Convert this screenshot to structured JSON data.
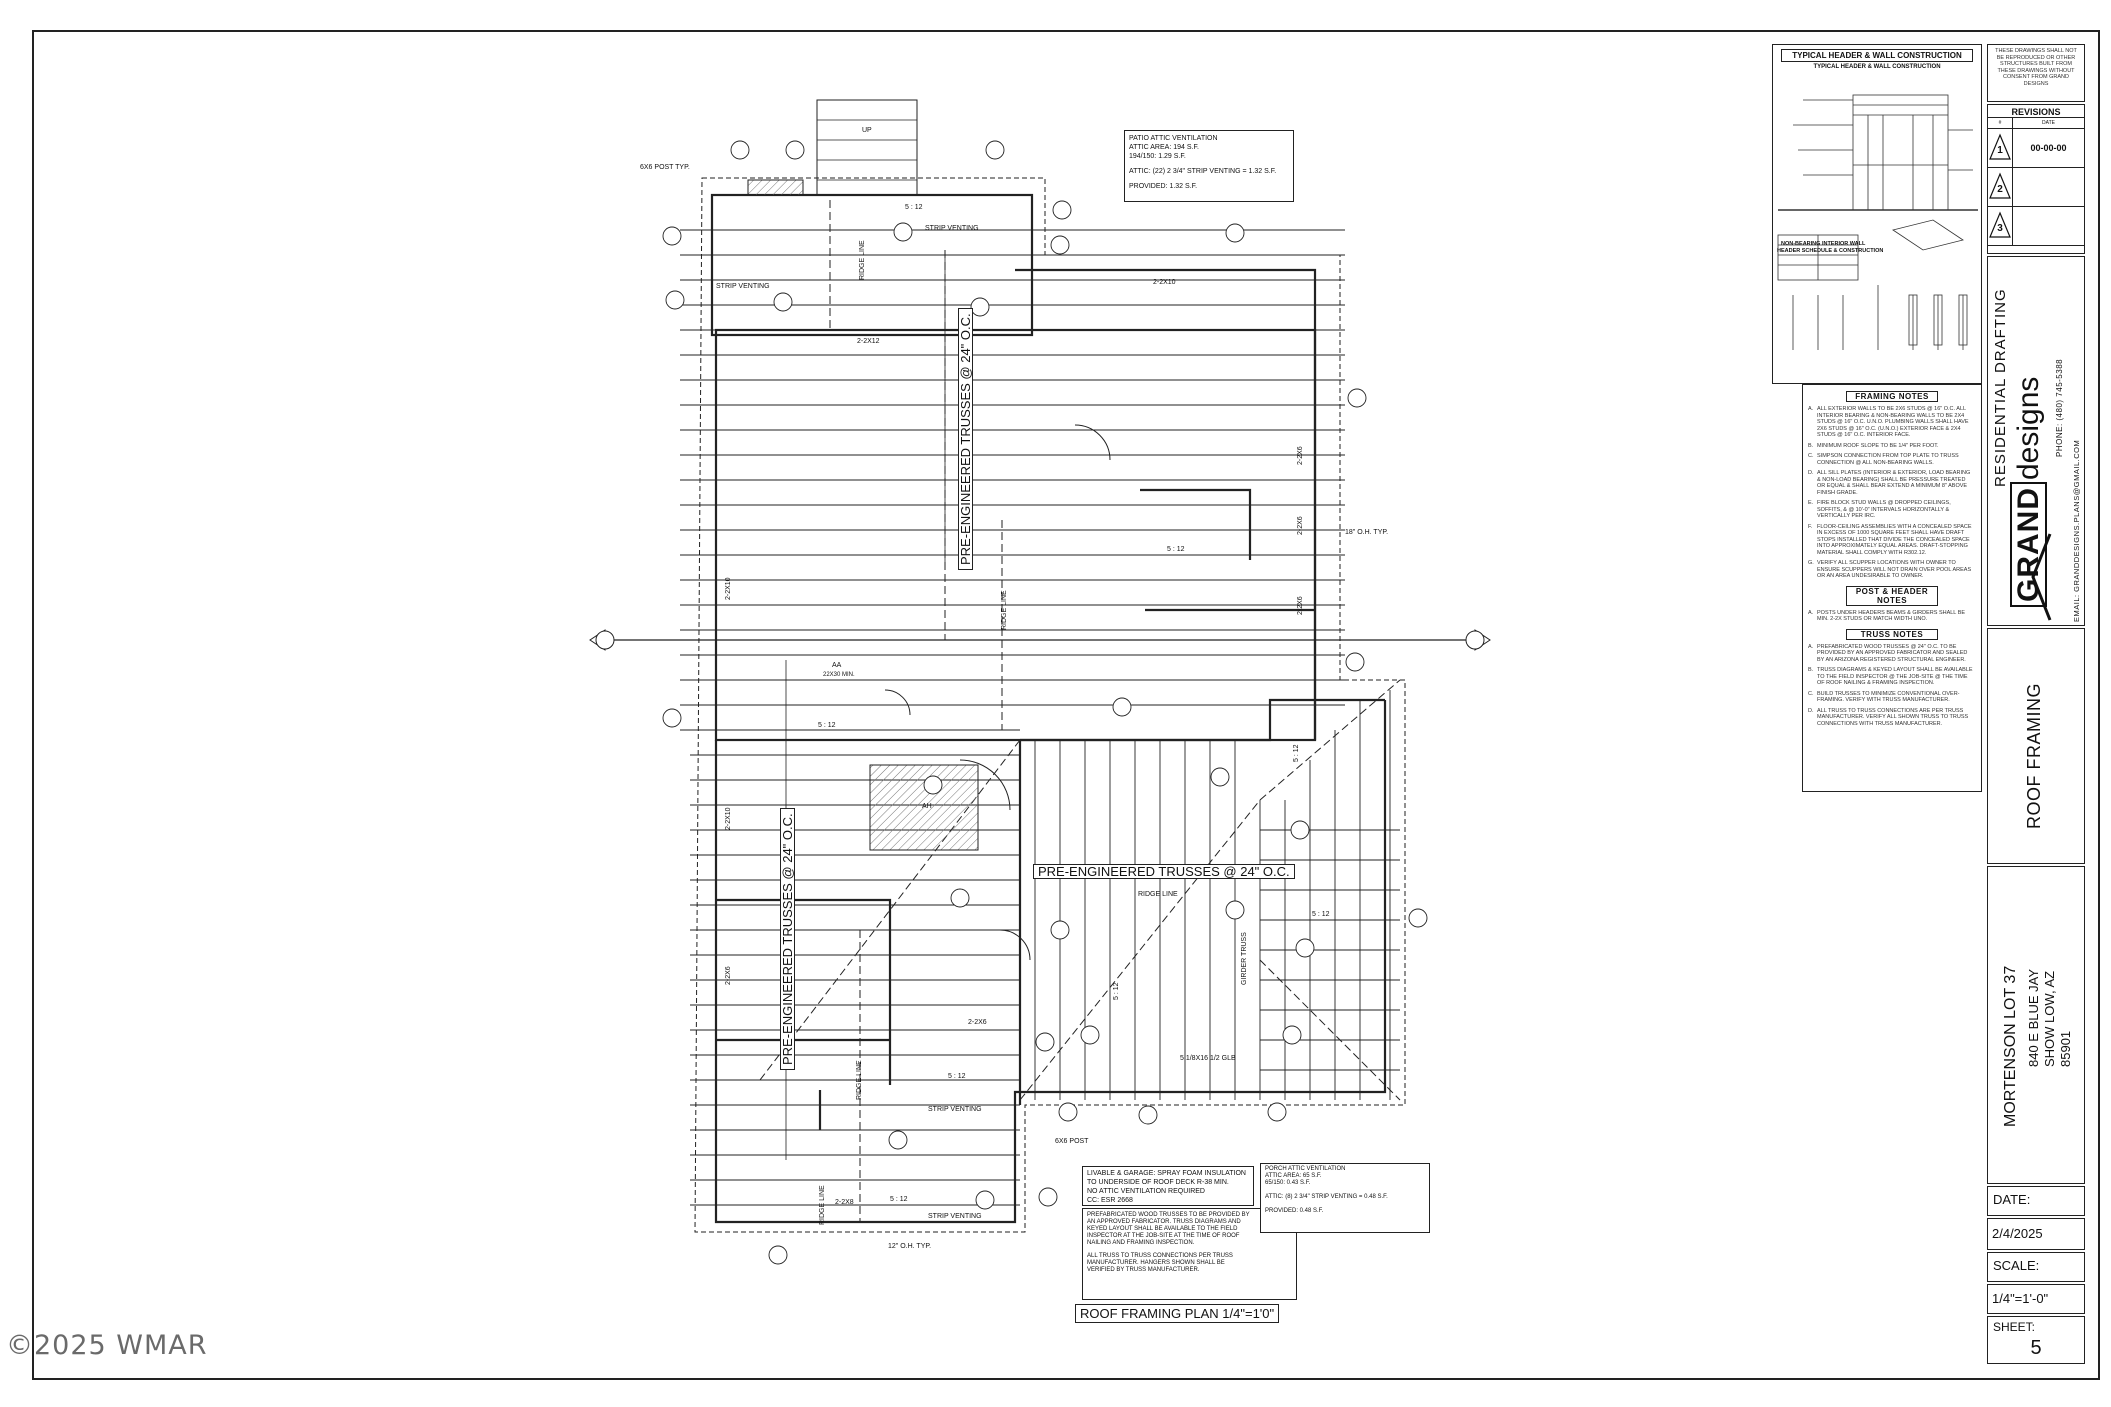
{
  "watermark": "©2025 WMAR",
  "plan": {
    "title": "ROOF FRAMING PLAN 1/4\"=1'0\"",
    "labels": {
      "up": "UP",
      "post_6x6_typ": "6X6 POST TYP.",
      "post_6x6": "6X6 POST",
      "strip_venting": "STRIP VENTING",
      "ridge_line": "RIDGE LINE",
      "pitch": "5 : 12",
      "header_2x12": "2-2X12",
      "header_2x10": "2-2X10",
      "header_2x6": "2-2X6",
      "header_2x8": "2-2X8",
      "overhang_18": "18\" O.H. TYP.",
      "overhang_12": "12\" O.H. TYP.",
      "trusses": "PRE-ENGINEERED TRUSSES @ 24\" O.C.",
      "glb": "5 1/8X16 1/2 GLB",
      "girder": "GIRDER TRUSS",
      "aa": "AA",
      "aa_min": "22X30 MIN.",
      "ah": "AH"
    },
    "patio_attic": {
      "title": "PATIO ATTIC VENTILATION",
      "area": "ATTIC AREA: 194 S.F.",
      "ratio": "194/150: 1.29 S.F.",
      "attic": "ATTIC: (22) 2 3/4\" STRIP VENTING = 1.32 S.F.",
      "provided": "PROVIDED: 1.32 S.F."
    },
    "porch_attic": {
      "title": "PORCH ATTIC VENTILATION",
      "area": "ATTIC AREA: 65 S.F.",
      "ratio": "65/150: 0.43 S.F.",
      "attic": "ATTIC: (8) 2 3/4\" STRIP VENTING = 0.48 S.F.",
      "provided": "PROVIDED: 0.48 S.F."
    },
    "livable_note": {
      "l1": "LIVABLE & GARAGE: SPRAY FOAM INSULATION",
      "l2": "TO UNDERSIDE OF ROOF DECK R-38 MIN.",
      "l3": "NO ATTIC VENTILATION REQUIRED",
      "l4": "CC: ESR 2668"
    },
    "truss_note": {
      "l1": "PREFABRICATED WOOD TRUSSES TO BE PROVIDED BY",
      "l2": "AN APPROVED FABRICATOR. TRUSS DIAGRAMS AND",
      "l3": "KEYED LAYOUT SHALL BE AVAILABLE TO THE FIELD",
      "l4": "INSPECTOR AT THE JOB-SITE AT THE TIME OF ROOF",
      "l5": "NAILING AND FRAMING INSPECTION.",
      "l6": "ALL TRUSS TO TRUSS CONNECTIONS PER TRUSS",
      "l7": "MANUFACTURER. HANGERS SHOWN SHALL BE",
      "l8": "VERIFIED BY TRUSS MANUFACTURER."
    }
  },
  "details": {
    "header_title": "TYPICAL HEADER & WALL CONSTRUCTION",
    "header_subtitle": "TYPICAL HEADER & WALL CONSTRUCTION",
    "nonbearing_title": "NON-BEARING INTERIOR WALL",
    "nonbearing_subtitle": "HEADER SCHEDULE & CONSTRUCTION"
  },
  "notes": {
    "framing_title": "FRAMING NOTES",
    "framing": [
      {
        "k": "A.",
        "t": "ALL EXTERIOR WALLS TO BE 2X6 STUDS @ 16\" O.C. ALL INTERIOR BEARING & NON-BEARING WALLS TO BE 2X4 STUDS @ 16\" O.C. U.N.O. PLUMBING WALLS SHALL HAVE 2X6 STUDS @ 16\" O.C. (U.N.O.) EXTERIOR FACE & 2X4 STUDS @ 16\" O.C. INTERIOR FACE."
      },
      {
        "k": "B.",
        "t": "MINIMUM ROOF SLOPE TO BE 1/4\" PER FOOT."
      },
      {
        "k": "C.",
        "t": "SIMPSON CONNECTION FROM TOP PLATE TO TRUSS CONNECTION @ ALL NON-BEARING WALLS."
      },
      {
        "k": "D.",
        "t": "ALL SILL PLATES (INTERIOR & EXTERIOR, LOAD BEARING & NON-LOAD BEARING) SHALL BE PRESSURE TREATED OR EQUAL & SHALL BEAR EXTEND A MINIMUM 8\" ABOVE FINISH GRADE."
      },
      {
        "k": "E.",
        "t": "FIRE BLOCK STUD WALLS @ DROPPED CEILINGS, SOFFITS, & @ 10'-0\" INTERVALS HORIZONTALLY & VERTICALLY PER IRC."
      },
      {
        "k": "F.",
        "t": "FLOOR-CEILING ASSEMBLIES WITH A CONCEALED SPACE IN EXCESS OF 1000 SQUARE FEET SHALL HAVE DRAFT STOPS INSTALLED THAT DIVIDE THE CONCEALED SPACE INTO APPROXIMATELY EQUAL AREAS. DRAFT-STOPPING MATERIAL SHALL COMPLY WITH R302.12."
      },
      {
        "k": "G.",
        "t": "VERIFY ALL SCUPPER LOCATIONS WITH OWNER TO ENSURE SCUPPERS WILL NOT DRAIN OVER POOL AREAS OR AN AREA UNDESIRABLE TO OWNER."
      }
    ],
    "post_title": "POST & HEADER NOTES",
    "post": [
      {
        "k": "A.",
        "t": "POSTS UNDER HEADERS BEAMS & GIRDERS SHALL BE MIN. 2-2X STUDS OR MATCH WIDTH UNO."
      }
    ],
    "truss_title": "TRUSS NOTES",
    "truss": [
      {
        "k": "A.",
        "t": "PREFABRICATED WOOD TRUSSES @ 24\" O.C. TO BE PROVIDED BY AN APPROVED FABRICATOR AND SEALED BY AN ARIZONA REGISTERED STRUCTURAL ENGINEER."
      },
      {
        "k": "B.",
        "t": "TRUSS DIAGRAMS & KEYED LAYOUT SHALL BE AVAILABLE TO THE FIELD INSPECTOR @ THE JOB-SITE @ THE TIME OF ROOF NAILING & FRAMING INSPECTION."
      },
      {
        "k": "C.",
        "t": "BUILD TRUSSES TO MINIMIZE CONVENTIONAL OVER-FRAMING. VERIFY WITH TRUSS MANUFACTURER."
      },
      {
        "k": "D.",
        "t": "ALL TRUSS TO TRUSS CONNECTIONS ARE PER TRUSS MANUFACTURER. VERIFY ALL SHOWN TRUSS TO TRUSS CONNECTIONS WITH TRUSS MANUFACTURER."
      }
    ]
  },
  "titleblock": {
    "copyright": "THESE DRAWINGS SHALL NOT BE REPRODUCED OR OTHER STRUCTURES BUILT FROM THESE DRAWINGS WITHOUT CONSENT FROM GRAND DESIGNS",
    "revisions_title": "REVISIONS",
    "rev_headers": [
      "#",
      "DATE"
    ],
    "revisions": [
      {
        "num": "1",
        "date": "00-00-00"
      },
      {
        "num": "2",
        "date": ""
      },
      {
        "num": "3",
        "date": ""
      }
    ],
    "company_tag": "RESIDENTIAL DRAFTING",
    "company_grand": "GRAND",
    "company_designs": "designs",
    "phone": "PHONE: (480) 745-5388",
    "email": "EMAIL: GRANDDESIGNS.PLANS@GMAIL.COM",
    "sheet_title": "ROOF FRAMING",
    "project_name": "MORTENSON LOT 37",
    "address1": "840 E BLUE JAY",
    "address2": "SHOW LOW, AZ",
    "address3": "85901",
    "date_label": "DATE:",
    "date_value": "2/4/2025",
    "scale_label": "SCALE:",
    "scale_value": "1/4\"=1'-0\"",
    "sheet_label": "SHEET:",
    "sheet_value": "5"
  },
  "colors": {
    "line": "#222222",
    "hatch": "#555555",
    "paper": "#ffffff"
  }
}
